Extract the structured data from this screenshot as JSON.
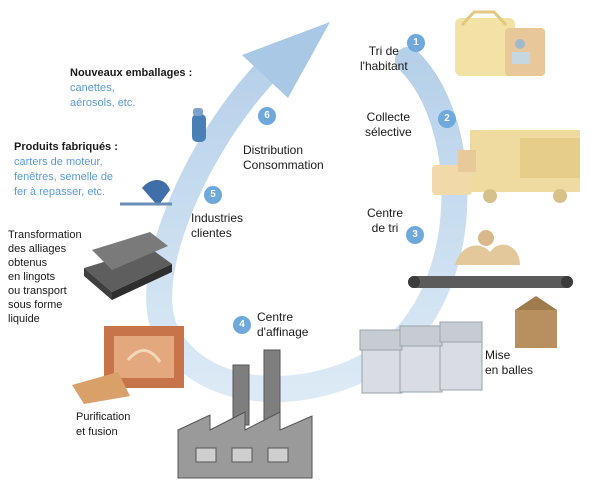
{
  "steps": [
    {
      "num": "1",
      "label_lines": [
        "Tri de",
        "l'habitant"
      ]
    },
    {
      "num": "2",
      "label_lines": [
        "Collecte",
        "sélective"
      ]
    },
    {
      "num": "3",
      "label_lines": [
        "Centre",
        "de tri"
      ]
    },
    {
      "num": "4",
      "label_lines": [
        "Centre",
        "d'affinage"
      ]
    },
    {
      "num": "5",
      "label_lines": [
        "Industries",
        "clientes"
      ]
    },
    {
      "num": "6",
      "label_lines": [
        "Distribution",
        "Consommation"
      ]
    }
  ],
  "side_labels": {
    "mise_en_balles": [
      "Mise",
      "en balles"
    ],
    "purification": [
      "Purification",
      "et fusion"
    ],
    "transformation": [
      "Transformation",
      "des alliages",
      "obtenus",
      "en lingots",
      "ou transport",
      "sous forme",
      "liquide"
    ]
  },
  "nouveaux_emballages": {
    "title": "Nouveaux emballages :",
    "items": [
      "canettes,",
      "aérosols, etc."
    ]
  },
  "produits_fabriques": {
    "title": "Produits fabriqués :",
    "items": [
      "carters de moteur,",
      "fenêtres, semelle de",
      "fer à repasser, etc."
    ]
  },
  "colors": {
    "cycle_arrow": "#b9d3ea",
    "badge": "#6fa9dc",
    "example_text": "#5b9bd5",
    "text": "#1a1a1a"
  }
}
